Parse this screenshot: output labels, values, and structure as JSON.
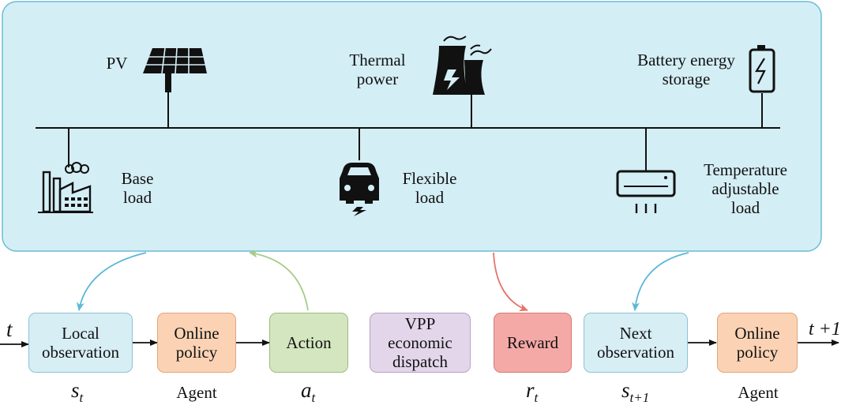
{
  "panel": {
    "pv": "PV",
    "thermal": [
      "Thermal",
      "power"
    ],
    "battery": [
      "Battery energy",
      "storage"
    ],
    "base_load": [
      "Base",
      "load"
    ],
    "flexible_load": [
      "Flexible",
      "load"
    ],
    "temp_load": [
      "Temperature",
      "adjustable",
      "load"
    ]
  },
  "flow": {
    "t_start": "t",
    "local_observation": [
      "Local",
      "observation"
    ],
    "online_policy_1": [
      "Online",
      "policy"
    ],
    "action": "Action",
    "vpp": [
      "VPP",
      "economic",
      "dispatch"
    ],
    "reward": "Reward",
    "next_observation": [
      "Next",
      "observation"
    ],
    "online_policy_2": [
      "Online",
      "policy"
    ],
    "t_end": "t +1"
  },
  "symbols": {
    "s_t": {
      "base": "s",
      "sub": "t"
    },
    "a_t": {
      "base": "a",
      "sub": "t"
    },
    "r_t": {
      "base": "r",
      "sub": "t"
    },
    "s_t1": {
      "base": "s",
      "sub": "t+1"
    }
  },
  "captions": {
    "agent_1": "Agent",
    "agent_2": "Agent"
  },
  "colors": {
    "panel_fill": "#d4eef5",
    "panel_stroke": "#6cbcd6",
    "arrow_blue": "#5bb8d8",
    "arrow_green": "#a6cc8a",
    "arrow_red": "#e57368"
  },
  "icons": [
    "solar-panel-icon",
    "power-plant-icon",
    "battery-icon",
    "factory-icon",
    "electric-car-icon",
    "air-conditioner-icon"
  ]
}
